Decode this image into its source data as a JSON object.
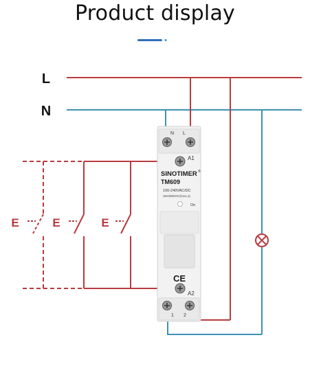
{
  "title": "Product display",
  "lines": {
    "live": {
      "label": "L",
      "color": "#b83a3e"
    },
    "neutral": {
      "label": "N",
      "color": "#3d8fb5"
    }
  },
  "device": {
    "brand": "SINOTIMER",
    "brand_mark": "®",
    "model": "TM609",
    "voltage_rating": "100-240VAC/DC",
    "contact_rating": "16A/250VAC(Cos=1)",
    "indicator_label": "On",
    "ce_mark": "CE",
    "terminals": {
      "top_n": "N",
      "top_l": "L",
      "a1": "A1",
      "a2": "A2",
      "out_1": "1",
      "out_2": "2"
    }
  },
  "switches": [
    {
      "label": "E"
    },
    {
      "label": "E"
    },
    {
      "label": "E"
    }
  ],
  "colors": {
    "wire_red": "#b83a3e",
    "wire_blue": "#3d8fb5",
    "accent_bar": "#2f6fbf",
    "device_body": "#f2f2f2"
  }
}
